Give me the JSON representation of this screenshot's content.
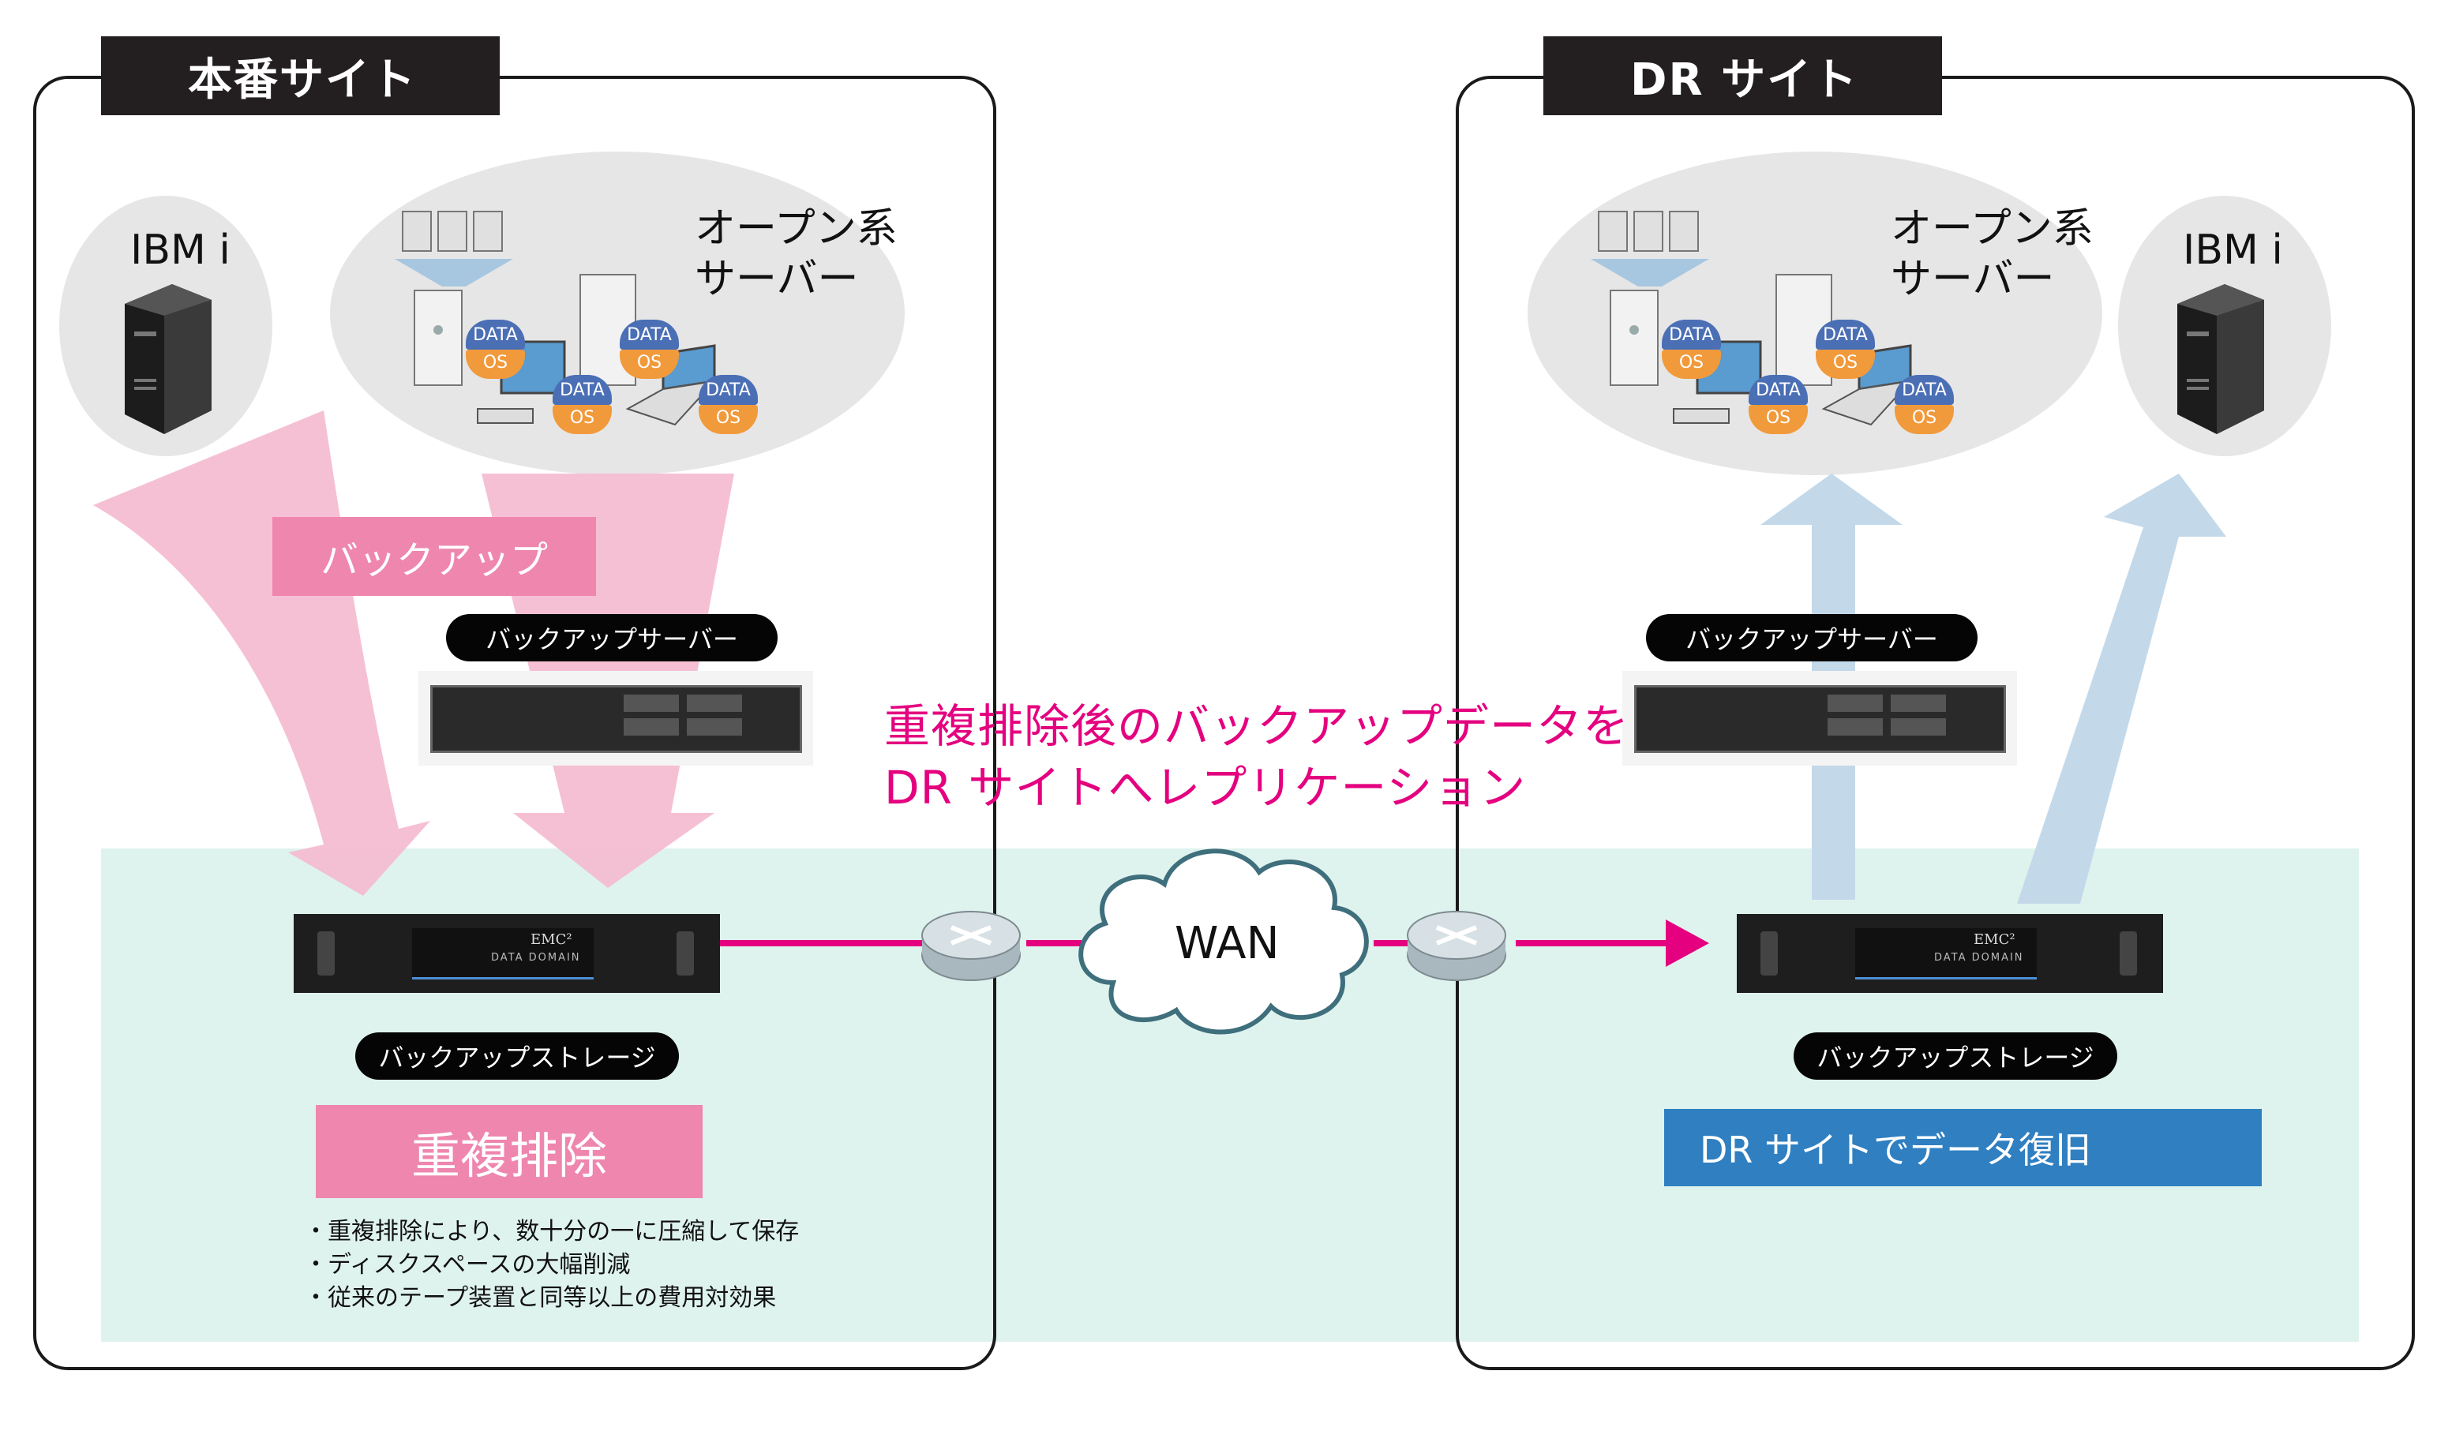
{
  "primary_site": {
    "title": "本番サイト",
    "ibm_label": "IBM i",
    "open_servers_label_1": "オープン系",
    "open_servers_label_2": "サーバー",
    "disk_top": "DATA",
    "disk_bottom": "OS",
    "backup_label": "バックアップ",
    "backup_server_label": "バックアップサーバー",
    "storage_label": "バックアップストレージ",
    "dedupe_label": "重複排除",
    "bullets": [
      "重複排除により、数十分の一に圧縮して保存",
      "ディスクスペースの大幅削減",
      "従来のテープ装置と同等以上の費用対効果"
    ]
  },
  "dr_site": {
    "title": "DR サイト",
    "ibm_label": "IBM i",
    "open_servers_label_1": "オープン系",
    "open_servers_label_2": "サーバー",
    "disk_top": "DATA",
    "disk_bottom": "OS",
    "backup_server_label": "バックアップサーバー",
    "storage_label": "バックアップストレージ",
    "recovery_label": "DR サイトでデータ復旧"
  },
  "network": {
    "wan_label": "WAN",
    "replication_line_1": "重複排除後のバックアップデータを",
    "replication_line_2": "DR サイトへレプリケーション"
  },
  "appliance": {
    "brand": "EMC²",
    "model": "DATA DOMAIN"
  },
  "colors": {
    "magenta": "#e4007f",
    "pink_box": "#ee86ae",
    "pink_arrow": "#f5b9cf",
    "blue_box": "#2f7fc1",
    "blue_arrow": "#c3d9ea",
    "band": "#dff3ee",
    "ellipse": "#e6e6e6"
  }
}
